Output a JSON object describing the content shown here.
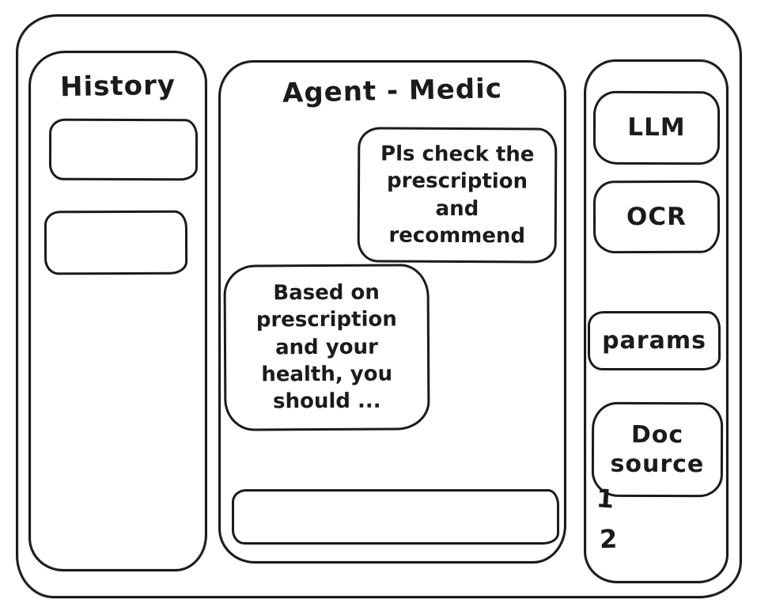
{
  "colors": {
    "ink": "#1b1b1b",
    "background": "#ffffff"
  },
  "history_panel": {
    "title": "History",
    "items": [
      {
        "label": ""
      },
      {
        "label": ""
      }
    ]
  },
  "chat_panel": {
    "title": "Agent - Medic",
    "messages": [
      {
        "role": "user",
        "text": "Pls check the\nprescription\nand recommend"
      },
      {
        "role": "assistant",
        "text": "Based on\nprescription\nand your\nhealth, you\nshould ..."
      }
    ],
    "input": {
      "value": "",
      "placeholder": ""
    }
  },
  "tools_panel": {
    "buttons": [
      {
        "id": "llm",
        "label": "LLM"
      },
      {
        "id": "ocr",
        "label": "OCR"
      },
      {
        "id": "params",
        "label": "params"
      },
      {
        "id": "doc-source",
        "label": "Doc\nsource"
      }
    ],
    "doc_sources": [
      {
        "label": "1"
      },
      {
        "label": "2"
      }
    ]
  }
}
